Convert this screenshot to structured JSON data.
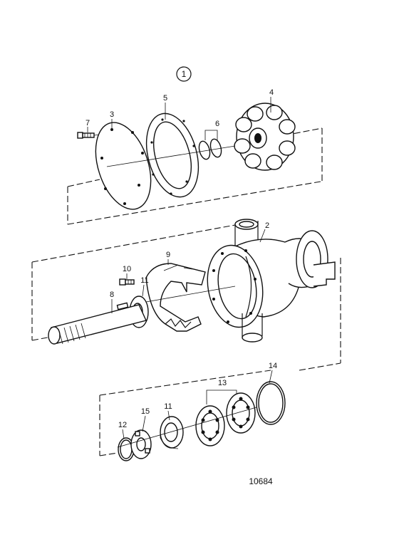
{
  "figure": {
    "group_marker": "1",
    "drawing_number": "10684"
  },
  "callouts": [
    {
      "id": "c7",
      "label": "7"
    },
    {
      "id": "c3",
      "label": "3"
    },
    {
      "id": "c5",
      "label": "5"
    },
    {
      "id": "c6",
      "label": "6"
    },
    {
      "id": "c4",
      "label": "4"
    },
    {
      "id": "c2",
      "label": "2"
    },
    {
      "id": "c9",
      "label": "9"
    },
    {
      "id": "c10",
      "label": "10"
    },
    {
      "id": "c11a",
      "label": "11"
    },
    {
      "id": "c8",
      "label": "8"
    },
    {
      "id": "c13",
      "label": "13"
    },
    {
      "id": "c14",
      "label": "14"
    },
    {
      "id": "c11b",
      "label": "11"
    },
    {
      "id": "c15",
      "label": "15"
    },
    {
      "id": "c12",
      "label": "12"
    }
  ]
}
